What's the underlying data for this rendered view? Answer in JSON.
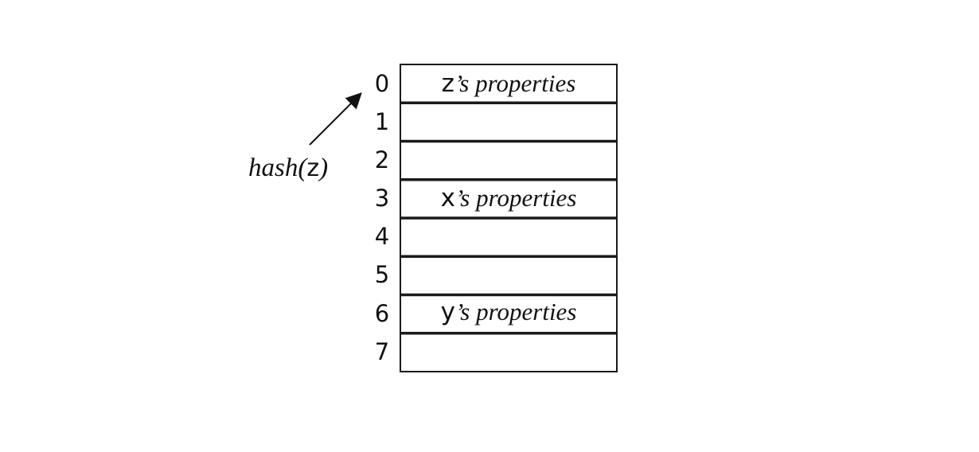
{
  "table": {
    "slots": [
      {
        "index": "0",
        "var": "z",
        "label": "’s properties"
      },
      {
        "index": "1",
        "var": "",
        "label": ""
      },
      {
        "index": "2",
        "var": "",
        "label": ""
      },
      {
        "index": "3",
        "var": "x",
        "label": "’s properties"
      },
      {
        "index": "4",
        "var": "",
        "label": ""
      },
      {
        "index": "5",
        "var": "",
        "label": ""
      },
      {
        "index": "6",
        "var": "y",
        "label": "’s properties"
      },
      {
        "index": "7",
        "var": "",
        "label": ""
      }
    ]
  },
  "pointer": {
    "function": "hash",
    "open_paren": "(",
    "argument": "z",
    "close_paren": ")",
    "target_index": "0"
  },
  "colors": {
    "stroke": "#1a1a1a",
    "text": "#111111"
  }
}
